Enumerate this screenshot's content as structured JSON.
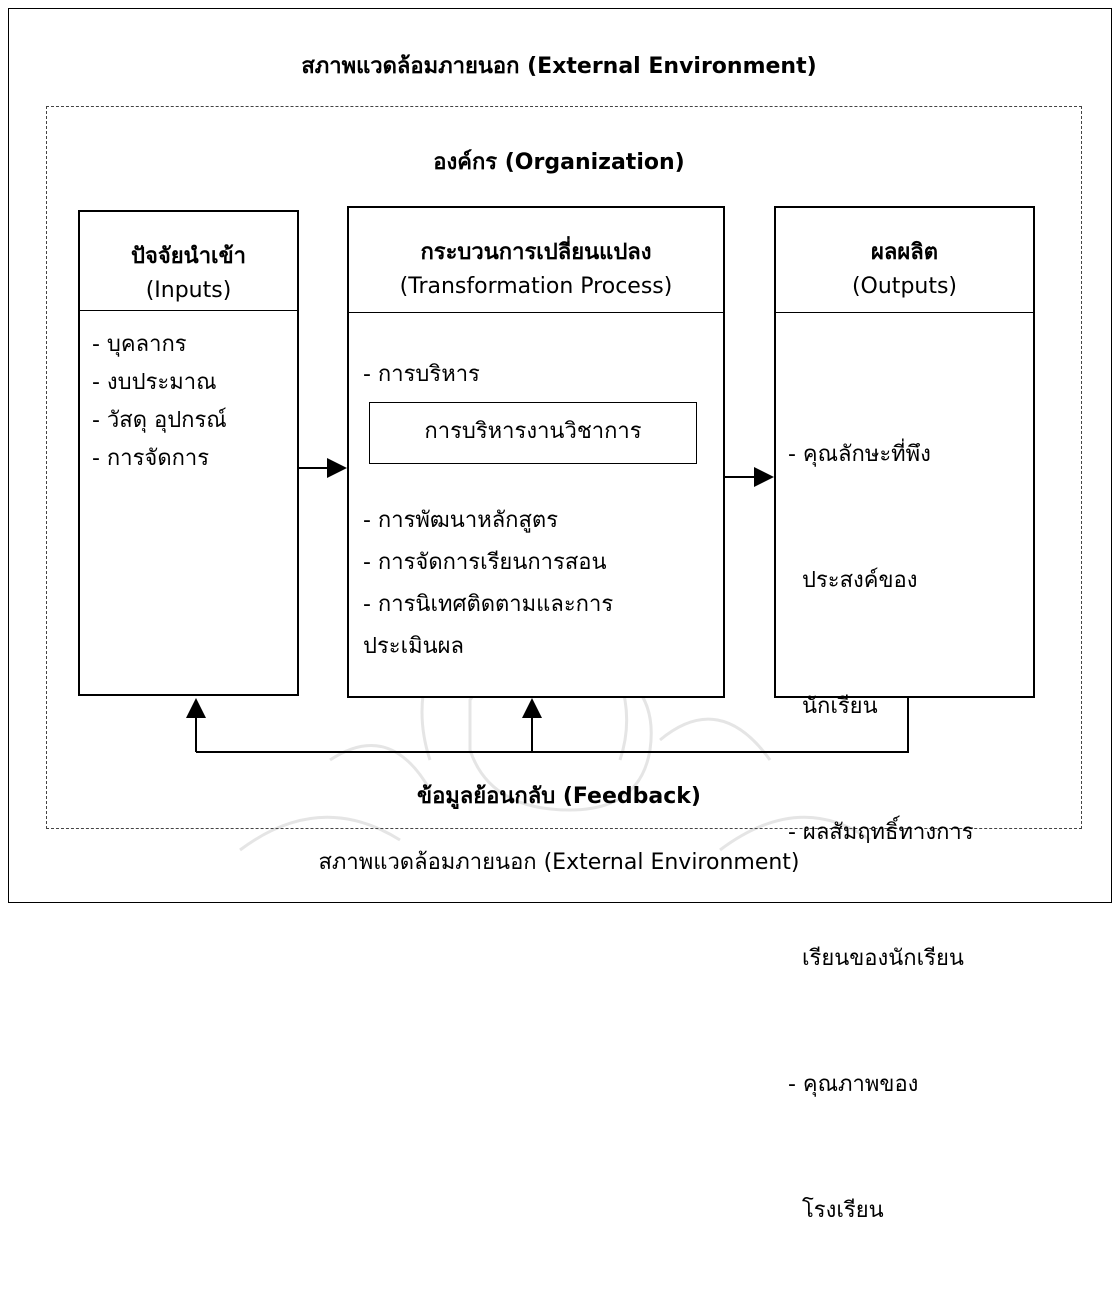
{
  "outer_environment": {
    "top_label": "สภาพแวดล้อมภายนอก (External Environment)",
    "bottom_label": "สภาพแวดล้อมภายนอก (External Environment)"
  },
  "organization": {
    "label": "องค์กร (Organization)"
  },
  "inputs": {
    "title_line1": "ปัจจัยนำเข้า",
    "title_line2": "(Inputs)",
    "items": [
      "- บุคลากร",
      "- งบประมาณ",
      "- วัสดุ อุปกรณ์",
      "- การจัดการ"
    ]
  },
  "process": {
    "title_line1": "กระบวนการเปลี่ยนแปลง",
    "title_line2": "(Transformation Process)",
    "item_management": "- การบริหาร",
    "highlight": "การบริหารงานวิชาการ",
    "items": [
      "- การพัฒนาหลักสูตร",
      "- การจัดการเรียนการสอน",
      "- การนิเทศติดตามและการ",
      "ประเมินผล"
    ]
  },
  "outputs": {
    "title_line1": "ผลผลิต",
    "title_line2": "(Outputs)",
    "items": [
      "- คุณลักษะที่พึง",
      "  ประสงค์ของ",
      "  นักเรียน",
      "- ผลสัมฤทธิ์ทางการ",
      "  เรียนของนักเรียน",
      "- คุณภาพของ",
      "  โรงเรียน"
    ]
  },
  "feedback": {
    "label": "ข้อมูลย้อนกลับ (Feedback)"
  }
}
